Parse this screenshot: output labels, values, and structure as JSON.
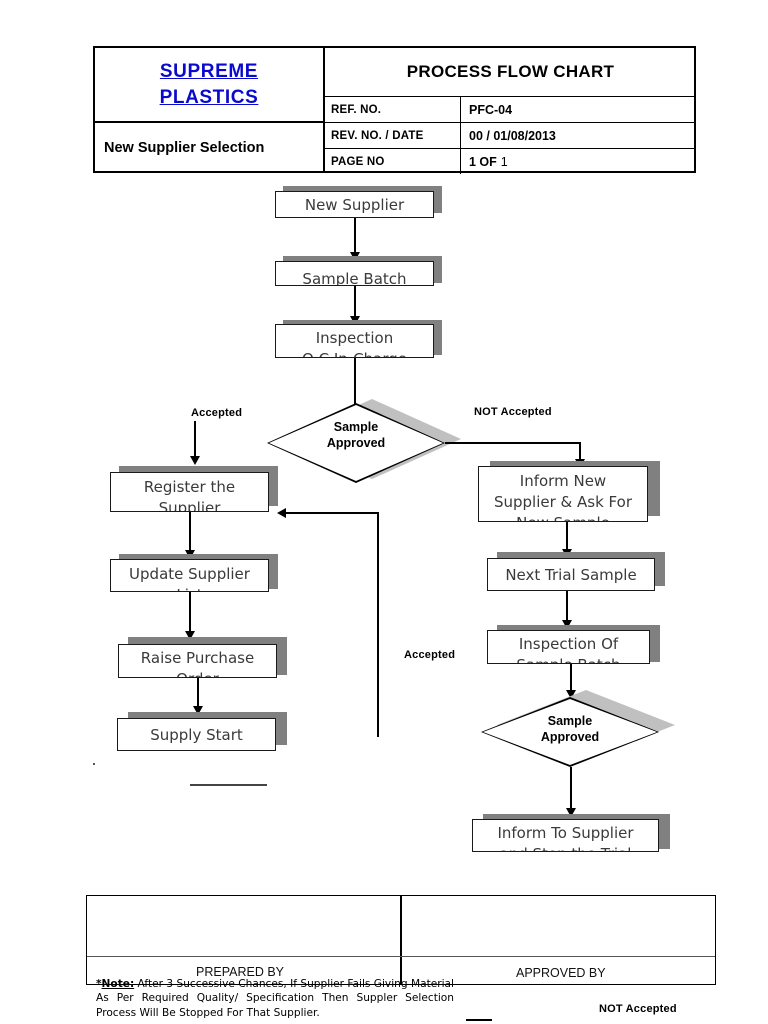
{
  "header": {
    "logo_line1": "SUPREME",
    "logo_line2": "PLASTICS",
    "doc_title": "PROCESS FLOW CHART",
    "subject": "New Supplier Selection",
    "meta": [
      {
        "key": "REF. NO.",
        "value": "PFC-04",
        "value_suffix": ""
      },
      {
        "key": "REV. NO. / DATE",
        "value": "00 / 01/08/2013",
        "value_suffix": ""
      },
      {
        "key": "PAGE NO",
        "value": "1 OF",
        "value_suffix": "1"
      }
    ]
  },
  "flow": {
    "nodes": [
      {
        "id": "new-supplier",
        "label": "New Supplier"
      },
      {
        "id": "sample-batch",
        "label": "Sample Batch"
      },
      {
        "id": "inspection-qc",
        "label": "Inspection\nQ.C In-Charge"
      },
      {
        "id": "sample-approved-1",
        "label": "Sample\nApproved",
        "type": "decision"
      },
      {
        "id": "register-supplier",
        "label": "Register the\nSupplier"
      },
      {
        "id": "update-supplier-list",
        "label": "Update Supplier\nList"
      },
      {
        "id": "raise-purchase-order",
        "label": "Raise Purchase\nOrder"
      },
      {
        "id": "supply-start",
        "label": "Supply Start"
      },
      {
        "id": "inform-new-supplier",
        "label": "Inform New\nSupplier & Ask For\nNew Sample"
      },
      {
        "id": "next-trial-sample",
        "label": "Next Trial Sample"
      },
      {
        "id": "inspection-of-sample-batch",
        "label": "Inspection Of\nSample Batch"
      },
      {
        "id": "sample-approved-2",
        "label": "Sample\nApproved",
        "type": "decision"
      },
      {
        "id": "inform-stop-trial",
        "label": "Inform To Supplier\nand Stop the Trial"
      }
    ],
    "edge_labels": {
      "accepted_left": "Accepted",
      "not_accepted_right": "NOT Accepted",
      "accepted_feedback": "Accepted",
      "not_accepted_bottom": "NOT Accepted"
    }
  },
  "signoff": {
    "prepared_by": "PREPARED BY",
    "approved_by": "APPROVED BY"
  },
  "note": {
    "marker": "*",
    "label": "Note:",
    "text": " After 3 Successive Chances, If Supplier Fails Giving Material As Per Required Quality/ Specification Then Suppler Selection Process Will Be Stopped For That Supplier."
  },
  "colors": {
    "logo_blue": "#0a0acc",
    "shadow_gray": "#808080",
    "diamond_shadow": "#c0c0c0",
    "box_text": "#3a3a3a"
  }
}
